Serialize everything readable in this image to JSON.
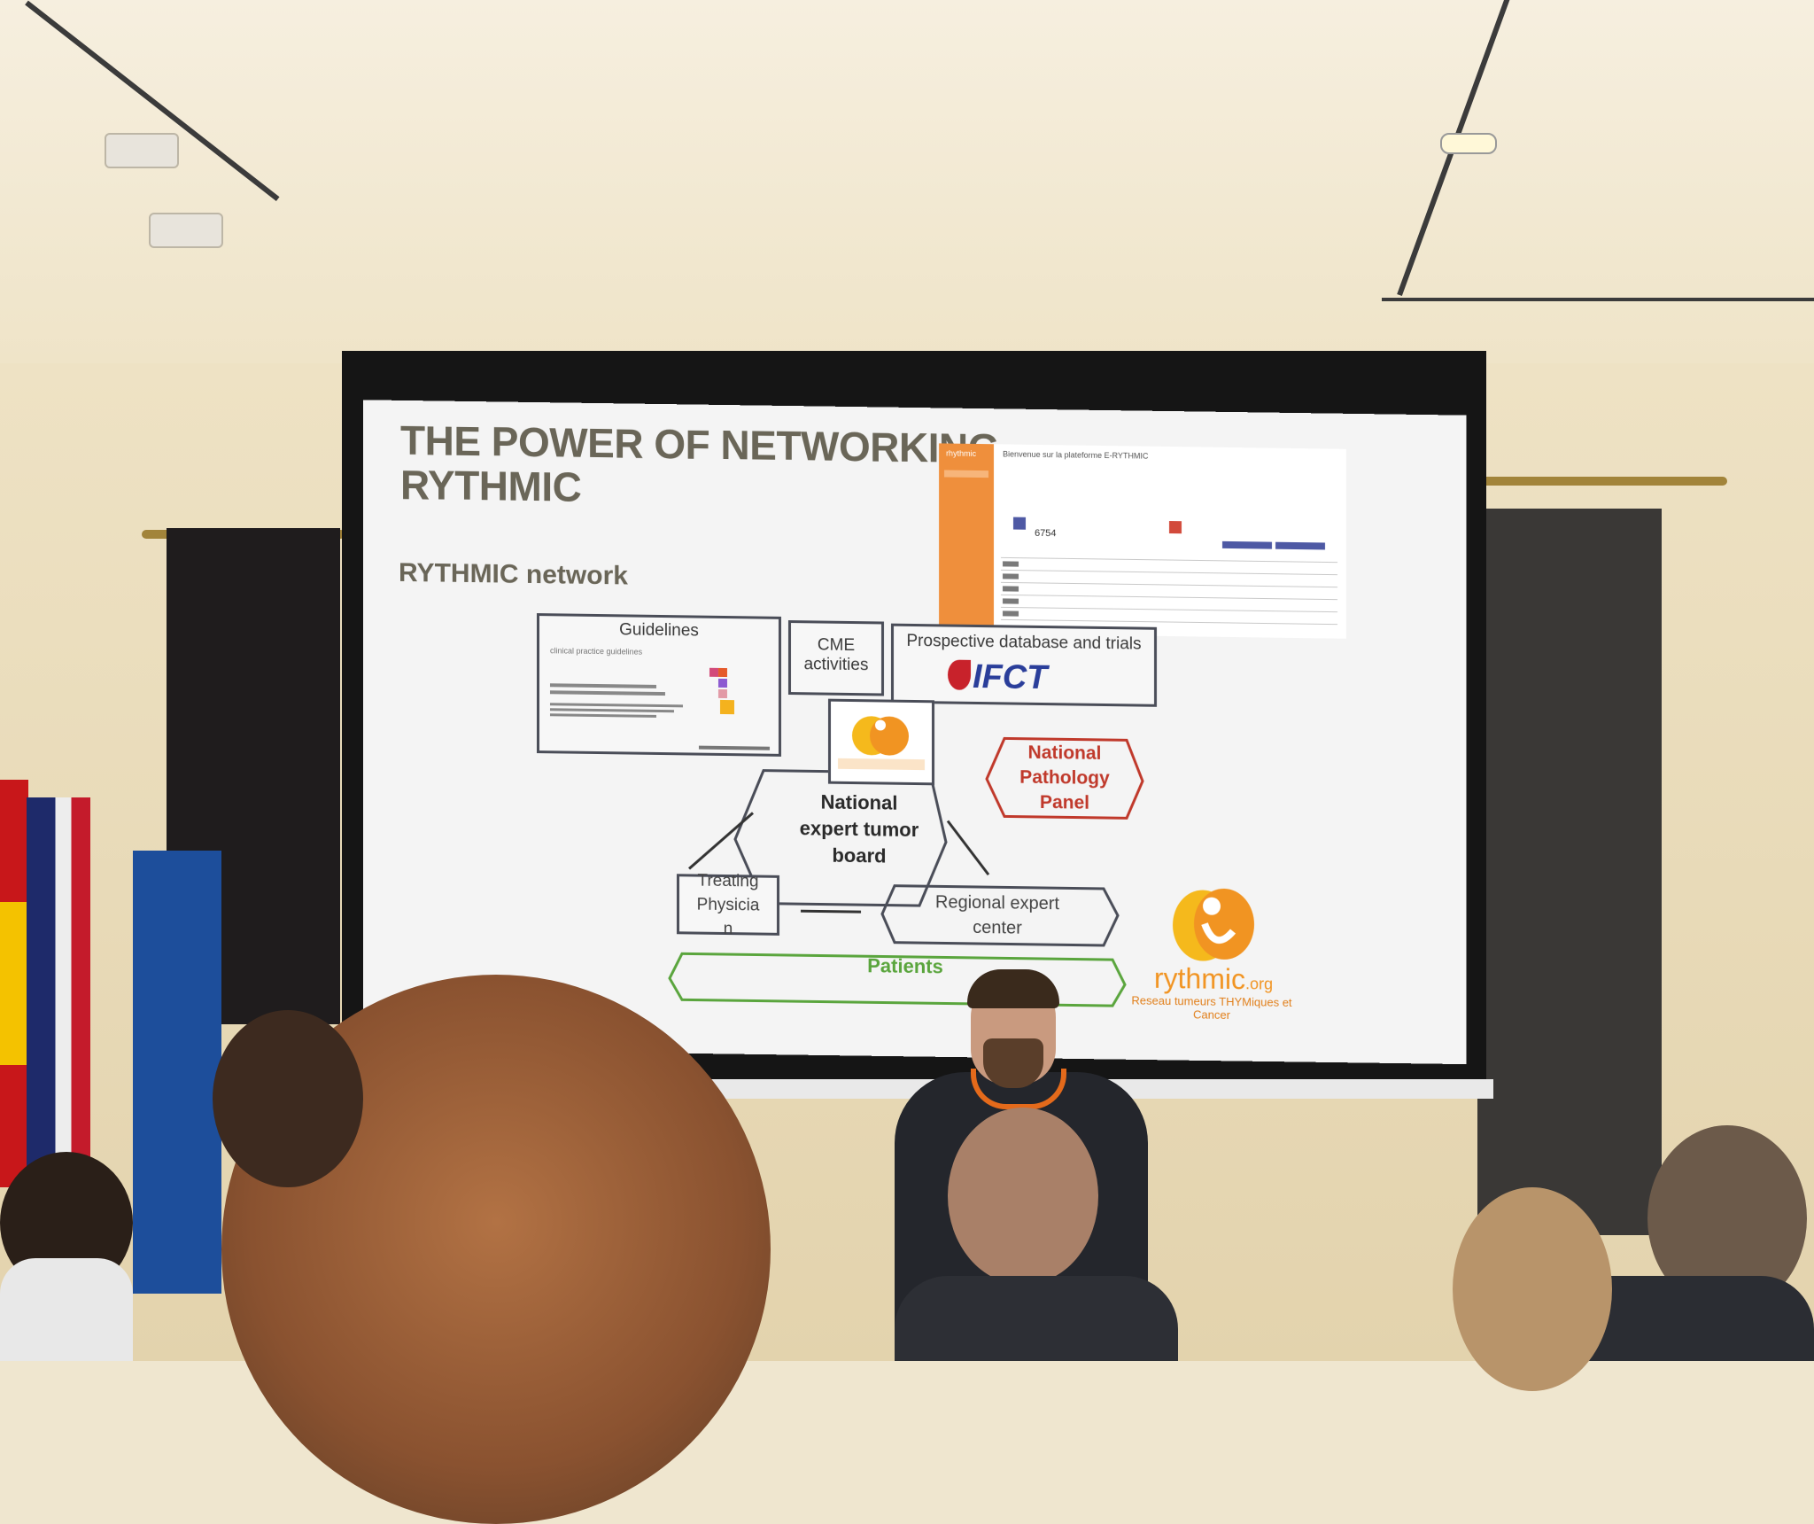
{
  "slide": {
    "title_line1": "THE POWER OF NETWORKING",
    "title_line2": "RYTHMIC",
    "subtitle": "RYTHMIC network",
    "boxes": {
      "guidelines": "Guidelines",
      "guidelines_doc_title": "clinical practice guidelines",
      "cme_line1": "CME",
      "cme_line2": "activities",
      "prospective": "Prospective database and trials",
      "ifct": "IFCT",
      "national_pathology_line1": "National",
      "national_pathology_line2": "Pathology",
      "national_pathology_line3": "Panel",
      "tumor_board_line1": "National",
      "tumor_board_line2": "expert tumor",
      "tumor_board_line3": "board",
      "treating_line1": "Treating",
      "treating_line2": "Physicia",
      "treating_line3": "n",
      "regional_line1": "Regional expert",
      "regional_line2": "center",
      "patients": "Patients"
    },
    "brand": {
      "name": "rythmic",
      "suffix": ".org",
      "tagline": "Reseau tumeurs THYMiques et Cancer"
    },
    "screenshot": {
      "app_name": "rhythmic",
      "welcome": "Bienvenue sur la plateforme E-RYTHMIC",
      "count": "6754"
    },
    "colors": {
      "title": "#6a6658",
      "pathology": "#c0392b",
      "patients": "#5aa53d",
      "brand": "#f19422",
      "ifct": "#2a3e9a"
    }
  }
}
